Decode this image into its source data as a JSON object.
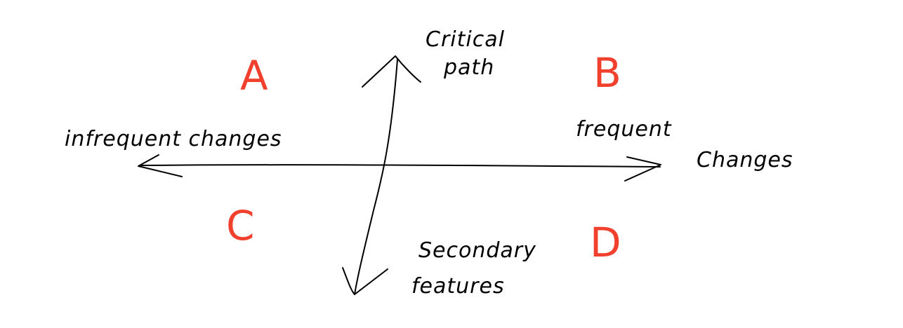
{
  "axes": {
    "vertical_top": [
      "Critical",
      "path"
    ],
    "vertical_bottom": [
      "Secondary",
      "features"
    ],
    "horizontal_left": "infrequent changes",
    "horizontal_right": [
      "frequent",
      "Changes"
    ]
  },
  "quadrants": {
    "top_left": "A",
    "top_right": "B",
    "bottom_left": "C",
    "bottom_right": "D"
  },
  "colors": {
    "ink": "#000000",
    "quadrant_letters": "#f1402d"
  }
}
